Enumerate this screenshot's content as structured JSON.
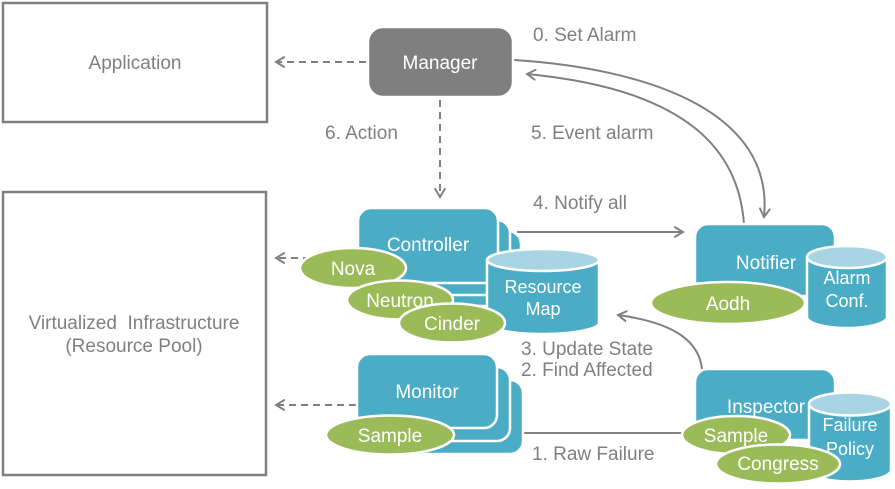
{
  "colors": {
    "component_blue": "#4BACC6",
    "service_green": "#9BBB59",
    "manager_gray": "#7F7F7F",
    "cylinder_top_blue": "#A9D4E3",
    "arrow_gray": "#808080",
    "label_gray": "#808080",
    "box_text_white": "#FFFFFF"
  },
  "nodes": {
    "application": {
      "label": "Application"
    },
    "virtualized_infrastructure": {
      "line1": "Virtualized  Infrastructure",
      "line2": "(Resource Pool)"
    },
    "manager": {
      "label": "Manager"
    },
    "controller": {
      "label": "Controller"
    },
    "monitor": {
      "label": "Monitor"
    },
    "notifier": {
      "label": "Notifier"
    },
    "inspector": {
      "label": "Inspector"
    }
  },
  "services": {
    "nova": {
      "label": "Nova"
    },
    "neutron": {
      "label": "Neutron"
    },
    "cinder": {
      "label": "Cinder"
    },
    "aodh": {
      "label": "Aodh"
    },
    "monitor_sample": {
      "label": "Sample"
    },
    "inspector_sample": {
      "label": "Sample"
    },
    "congress": {
      "label": "Congress"
    }
  },
  "datastores": {
    "resource_map": {
      "line1": "Resource",
      "line2": "Map"
    },
    "alarm_conf": {
      "line1": "Alarm",
      "line2": "Conf."
    },
    "failure_policy": {
      "line1": "Failure",
      "line2": "Policy"
    }
  },
  "flow_labels": {
    "set_alarm": "0. Set Alarm",
    "raw_failure": "1. Raw Failure",
    "find_affected": "2. Find Affected",
    "update_state": "3. Update State",
    "notify_all": "4. Notify all",
    "event_alarm": "5. Event alarm",
    "action": "6. Action"
  }
}
